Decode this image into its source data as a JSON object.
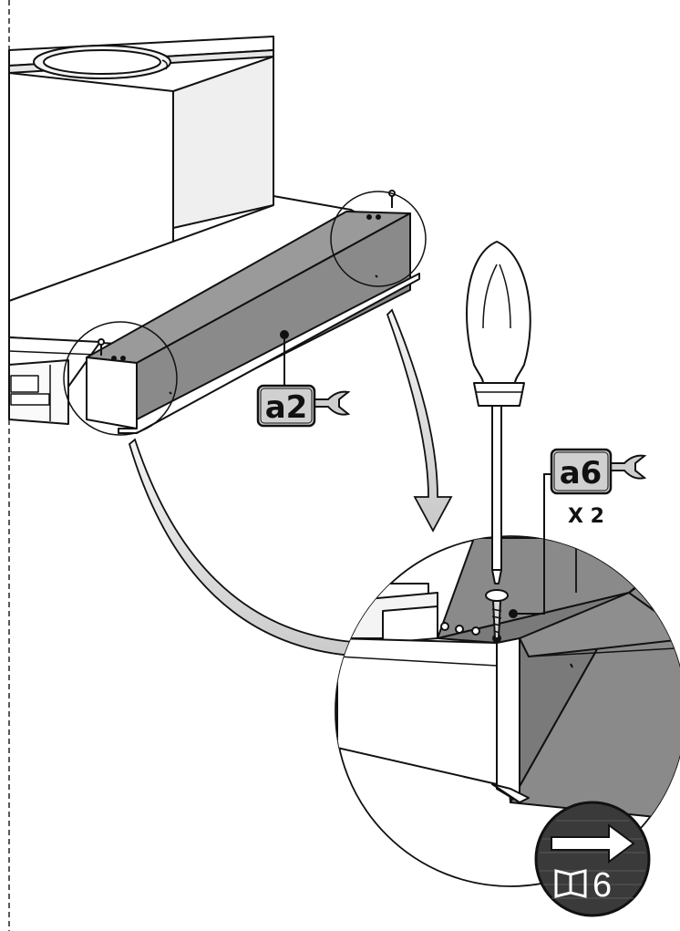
{
  "callouts": {
    "part_a2": {
      "label": "a2",
      "icon": "wrench-icon"
    },
    "part_a6": {
      "label": "a6",
      "icon": "wrench-icon",
      "quantity": "X 2"
    }
  },
  "next_step": {
    "icon": "arrow-right-icon",
    "book_icon": "book-icon",
    "page": "6"
  },
  "colors": {
    "line": "#111111",
    "panel_fill": "#8a8a8a",
    "badge_fill": "#d0d0d0",
    "nav_fill": "#3a3a3a"
  }
}
